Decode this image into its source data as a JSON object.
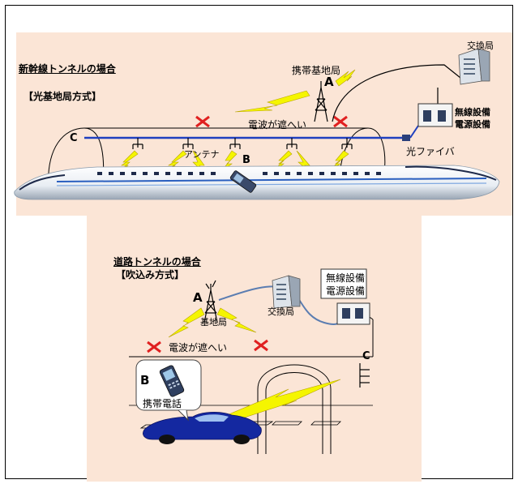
{
  "top": {
    "title": "新幹線トンネルの場合",
    "subtitle": "【光基地局方式】",
    "base_station": "携帯基地局",
    "exchange": "交換局",
    "radio_equipment_1": "無線設備",
    "radio_equipment_2": "電源設備",
    "blocked": "電波が遮へい",
    "fiber": "光ファイバ",
    "antenna": "アンテナ",
    "label_a": "A",
    "label_b": "B",
    "label_c": "C"
  },
  "bottom": {
    "title": "道路トンネルの場合",
    "subtitle": "【吹込み方式】",
    "base_station": "基地局",
    "exchange": "交換局",
    "radio_equipment_1": "無線設備",
    "radio_equipment_2": "電源設備",
    "blocked": "電波が遮へい",
    "phone": "携帯電話",
    "label_a": "A",
    "label_b": "B",
    "label_c": "C"
  },
  "colors": {
    "panel_bg": "#fbe5d6",
    "fiber_line": "#1f3fbf",
    "cable": "#5b7db1",
    "lightning": "#f5f500",
    "cross": "#e02020",
    "car": "#1428a0"
  }
}
